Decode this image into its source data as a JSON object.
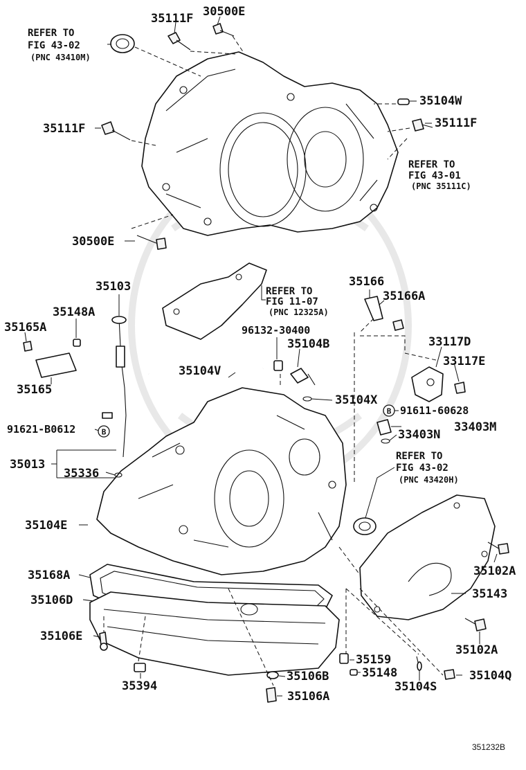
{
  "labels": {
    "p35111F_top": "35111F",
    "p30500E_top": "30500E",
    "ref_43_02_a_l1": "REFER TO",
    "ref_43_02_a_l2": "FIG 43-02",
    "ref_43_02_a_l3": "(PNC 43410M)",
    "p35104W": "35104W",
    "p35111F_left": "35111F",
    "p35111F_right": "35111F",
    "ref_43_01_l1": "REFER TO",
    "ref_43_01_l2": "FIG 43-01",
    "ref_43_01_l3": "(PNC 35111C)",
    "p30500E_bottom": "30500E",
    "p35103": "35103",
    "p35148A": "35148A",
    "p35165A": "35165A",
    "p35165": "35165",
    "ref_11_07_l1": "REFER TO",
    "ref_11_07_l2": "FIG 11-07",
    "ref_11_07_l3": "(PNC 12325A)",
    "p35166": "35166",
    "p35166A": "35166A",
    "p96132": "96132-30400",
    "p35104B": "35104B",
    "p33117D": "33117D",
    "p33117E": "33117E",
    "p35104V": "35104V",
    "p35104X": "35104X",
    "p91611": "91611-60628",
    "p91621": "91621-B0612",
    "p33403M": "33403M",
    "p33403N": "33403N",
    "p35013": "35013",
    "p35336": "35336",
    "ref_43_02_b_l1": "REFER TO",
    "ref_43_02_b_l2": "FIG 43-02",
    "ref_43_02_b_l3": "(PNC 43420H)",
    "p35104E": "35104E",
    "p35102A_top": "35102A",
    "p35168A": "35168A",
    "p35143": "35143",
    "p35106D": "35106D",
    "p35106E": "35106E",
    "p35102A_bottom": "35102A",
    "p35159": "35159",
    "p35394": "35394",
    "p35106B": "35106B",
    "p35148": "35148",
    "p35104S": "35104S",
    "p35104Q": "35104Q",
    "p35106A": "35106A",
    "diagram_code": "351232B"
  },
  "markers": {
    "b_circle": "B"
  }
}
